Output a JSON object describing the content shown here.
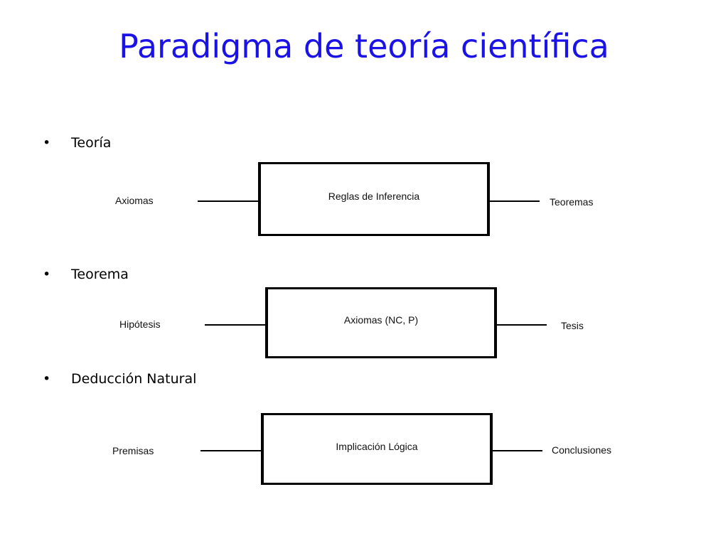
{
  "title": "Paradigma de teoría científica",
  "bullet_symbol": "•",
  "sections": [
    {
      "bullet": "Teoría",
      "input": "Axiomas",
      "process": "Reglas de Inferencia",
      "output": "Teoremas"
    },
    {
      "bullet": "Teorema",
      "input": "Hipótesis",
      "process": "Axiomas (NC, P)",
      "output": "Tesis"
    },
    {
      "bullet": "Deducción Natural",
      "input": "Premisas",
      "process": "Implicación Lógica",
      "output": "Conclusiones"
    }
  ]
}
